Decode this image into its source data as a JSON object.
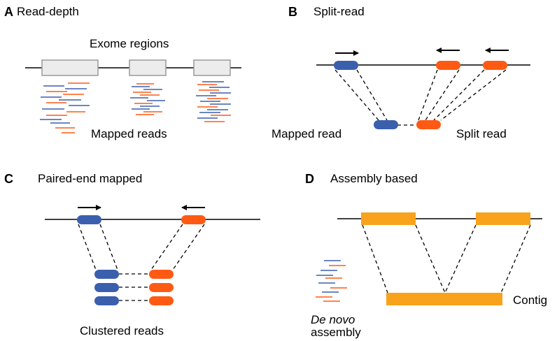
{
  "panels": {
    "a": {
      "letter": "A",
      "title": "Read-depth",
      "label_top": "Exome regions",
      "label_bottom": "Mapped reads"
    },
    "b": {
      "letter": "B",
      "title": "Split-read",
      "label_left": "Mapped read",
      "label_right": "Split read"
    },
    "c": {
      "letter": "C",
      "title": "Paired-end mapped",
      "label_bottom": "Clustered reads"
    },
    "d": {
      "letter": "D",
      "title": "Assembly based",
      "label_contig": "Contig",
      "label_denovo": "De novo",
      "label_assembly": "assembly"
    }
  },
  "colors": {
    "blue": "#3a5fad",
    "orange": "#ff5a14",
    "gold": "#f9a21b",
    "exome_fill": "#ececec",
    "exome_stroke": "#9a9a9a",
    "line": "#000000"
  },
  "icons": [
    "arrow-right-icon",
    "arrow-left-icon"
  ]
}
